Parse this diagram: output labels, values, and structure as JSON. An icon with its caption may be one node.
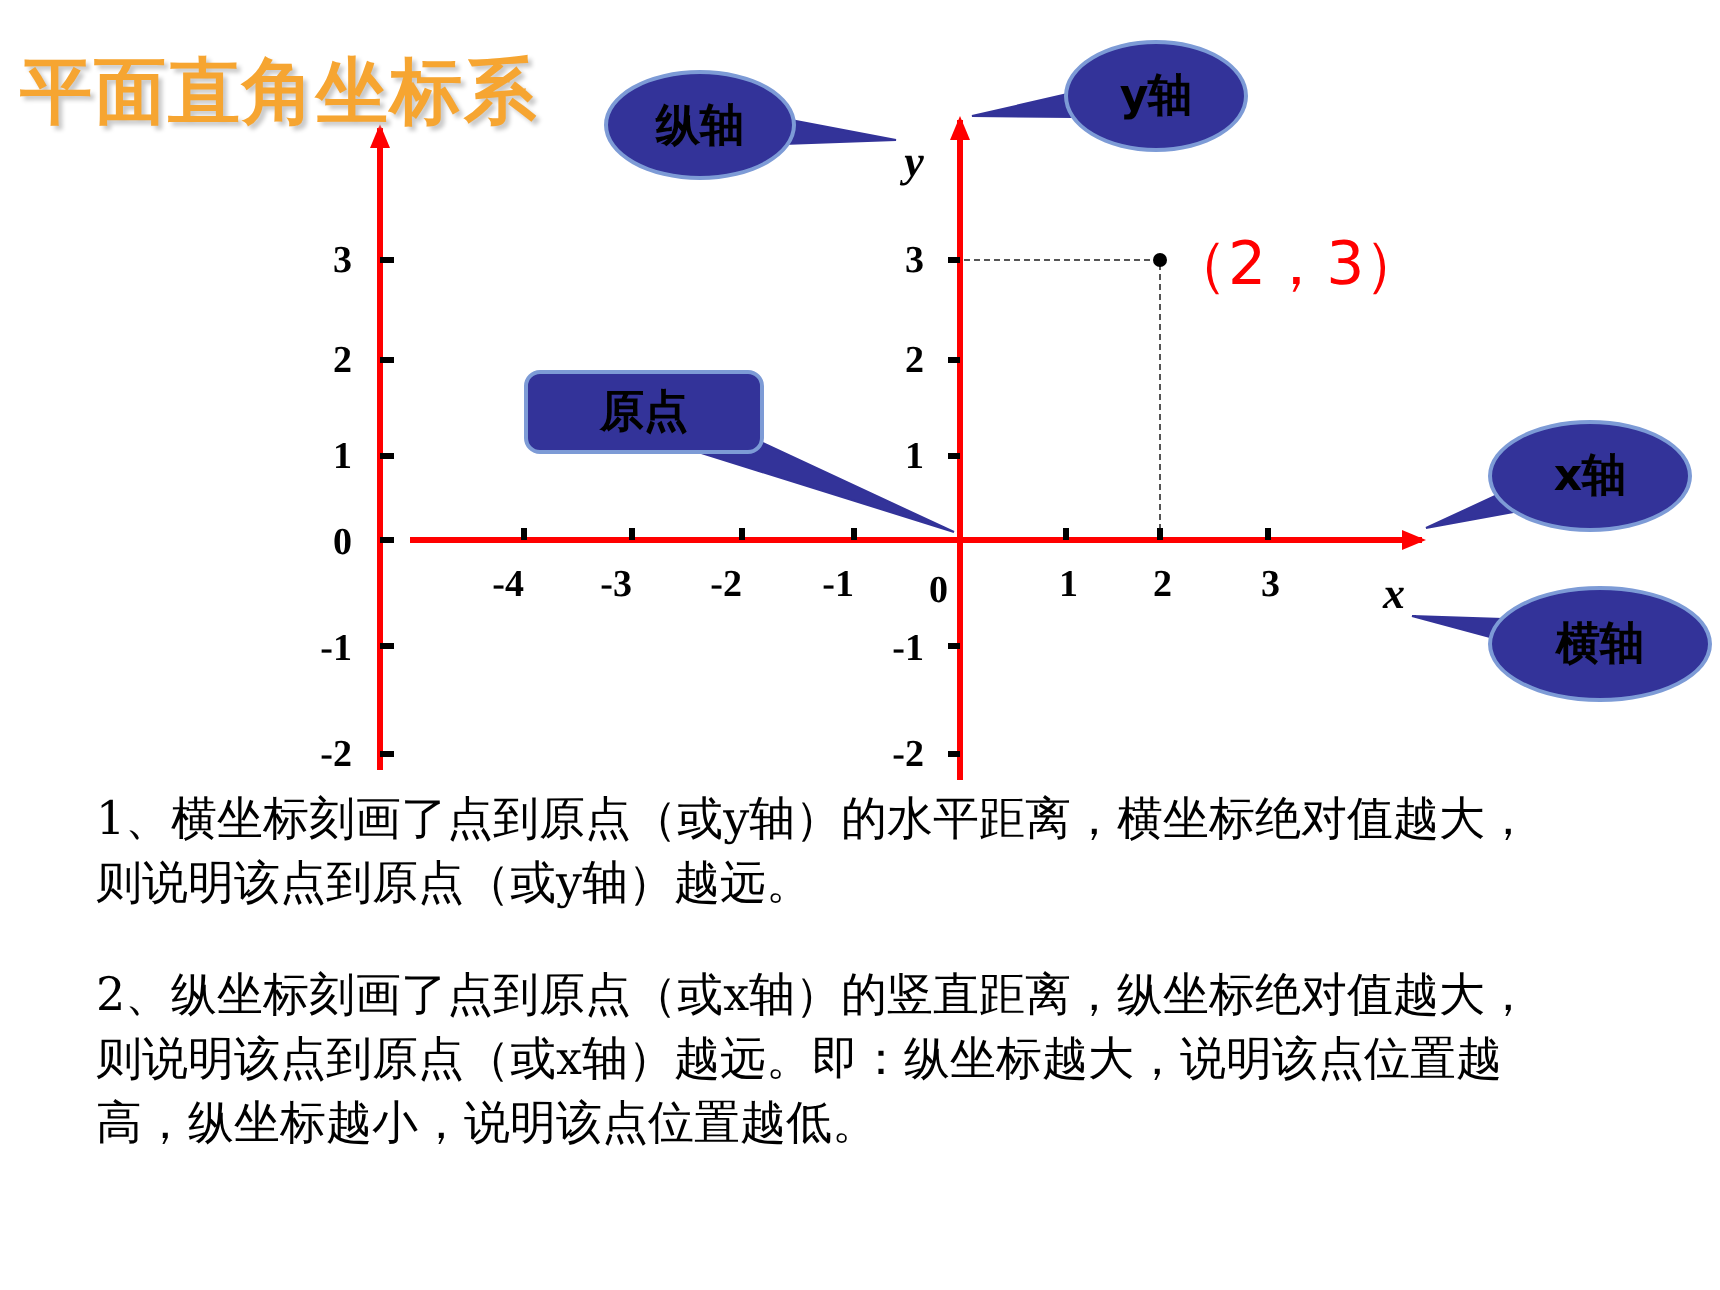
{
  "diagram": {
    "title": "平面直角坐标系",
    "nodes": [
      {
        "text": [
          "纵轴"
        ]
      },
      {
        "text": [
          "y轴"
        ]
      },
      {
        "text": [
          "原点"
        ]
      },
      {
        "text": [
          "x轴"
        ]
      },
      {
        "text": [
          "横轴"
        ]
      },
      {
        "text": [
          "y"
        ]
      },
      {
        "text": [],
        "shape": "arrow",
        "beside": [
          "3",
          "2",
          "1",
          "-1",
          "-2"
        ]
      },
      {
        "text": [
          "x"
        ]
      },
      {
        "text": [],
        "shape": "arrow",
        "beside": [
          "-4",
          "-3",
          "-2",
          "-1",
          "1",
          "2",
          "3"
        ]
      }
    ],
    "edges": [
      {
        "from": 0,
        "to": 5,
        "arrow": "none"
      },
      {
        "from": 1,
        "to": 6,
        "arrow": "none"
      },
      {
        "from": 2,
        "to": 8,
        "arrow": "none"
      },
      {
        "from": 3,
        "to": 8,
        "arrow": "none"
      },
      {
        "from": 4,
        "to": 7,
        "arrow": "none"
      }
    ],
    "labels": [
      "3",
      "2",
      "1",
      "0",
      "-1",
      "-2",
      "0",
      "（2，3）",
      "1、横坐标刻画了点到原点（或y轴）的水平距离，横坐标绝对值越大，则说明该点到原点（或y轴）越远。",
      "2、纵坐标刻画了点到原点（或x轴）的竖直距离，纵坐标绝对值越大，则说明该点到原点（或x轴）越远。即：纵坐标越大，说明该点位置越高，纵坐标越小，说明该点位置越低。"
    ]
  }
}
